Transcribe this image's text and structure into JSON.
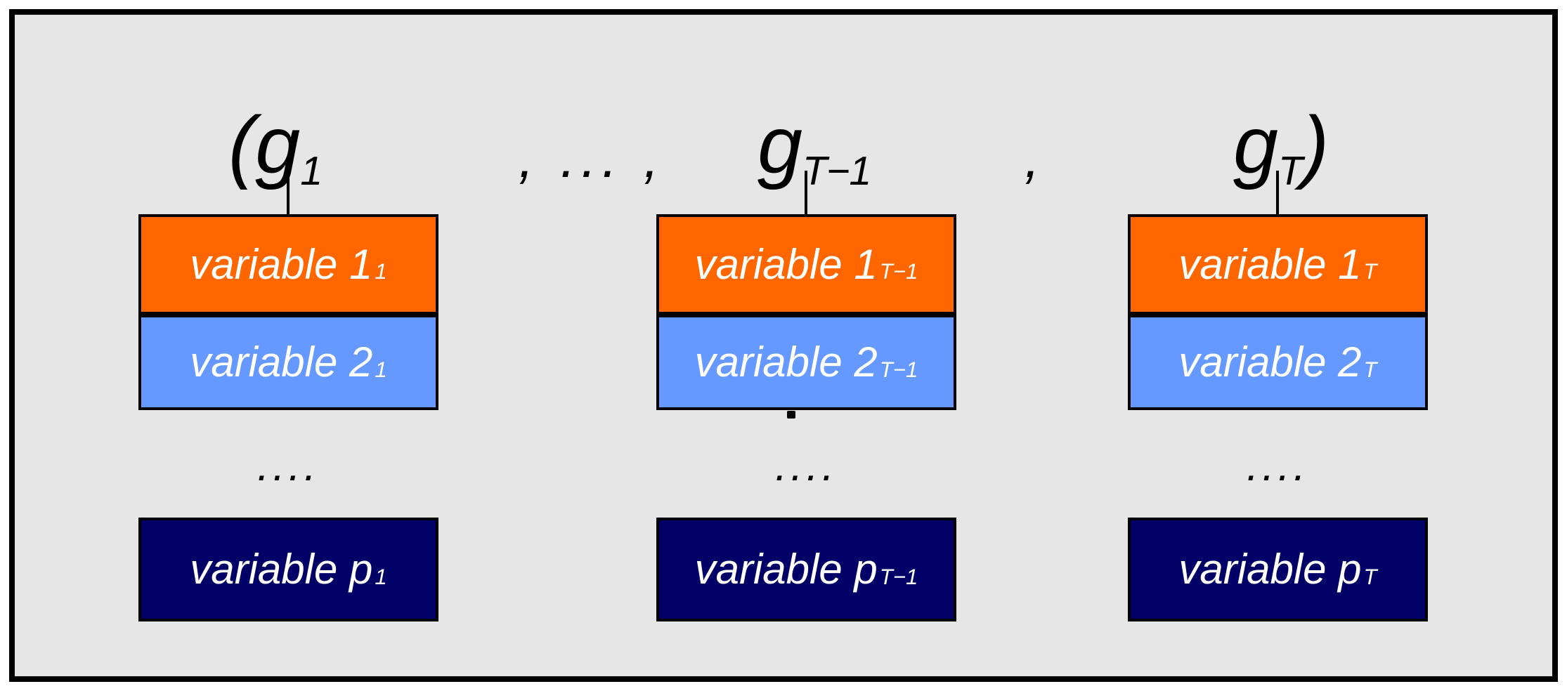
{
  "colors": {
    "background_panel": "#E6E6E6",
    "frame_border": "#000000",
    "variable1_fill": "#FF6600",
    "variable2_fill": "#6699FF",
    "variablep_fill": "#000066",
    "label_text": "#FFFFFF",
    "formula_text": "#000000"
  },
  "header": {
    "groups": [
      {
        "main": "(g",
        "sub": "1",
        "post": ""
      },
      {
        "main": "g",
        "sub": "T−1",
        "post": ""
      },
      {
        "main": "g",
        "sub": "T",
        "post": ")"
      }
    ],
    "separators": [
      ", ... ,",
      ","
    ]
  },
  "columns": [
    {
      "time_index": "1",
      "variable1": {
        "label": "variable 1",
        "sub": "1"
      },
      "variable2": {
        "label": "variable 2",
        "sub": "1"
      },
      "ellipsis": "....",
      "variablep": {
        "label": "variable p",
        "sub": "1"
      }
    },
    {
      "time_index": "T−1",
      "variable1": {
        "label": "variable 1",
        "sub": "T−1"
      },
      "variable2": {
        "label": "variable 2",
        "sub": "T−1"
      },
      "ellipsis": "....",
      "variablep": {
        "label": "variable p",
        "sub": "T−1"
      }
    },
    {
      "time_index": "T",
      "variable1": {
        "label": "variable 1",
        "sub": "T"
      },
      "variable2": {
        "label": "variable 2",
        "sub": "T"
      },
      "ellipsis": "....",
      "variablep": {
        "label": "variable p",
        "sub": "T"
      }
    }
  ]
}
